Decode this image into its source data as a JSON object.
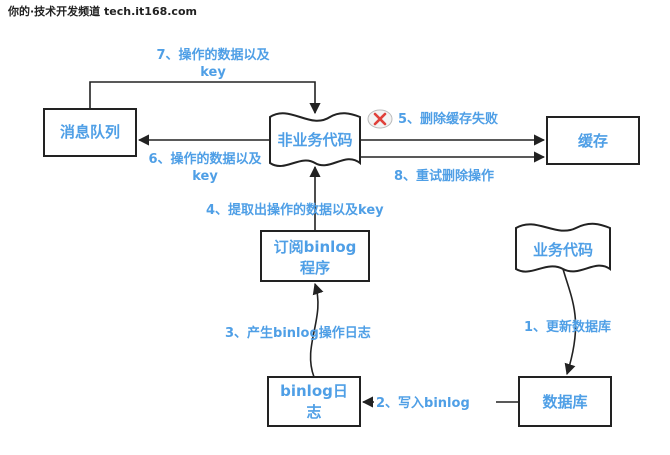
{
  "watermark": "你的·技术开发频道 tech.it168.com",
  "colors": {
    "text": "#4f9fe6",
    "stroke": "#222222",
    "error": "#e0403a"
  },
  "nodes": {
    "mq": {
      "label": "消息队列"
    },
    "non_business": {
      "label": "非业务代码"
    },
    "cache": {
      "label": "缓存"
    },
    "subscriber": {
      "label_line1": "订阅binlog",
      "label_line2": "程序"
    },
    "business": {
      "label": "业务代码"
    },
    "database": {
      "label": "数据库"
    },
    "binlog": {
      "label_line1": "binlog日",
      "label_line2": "志"
    }
  },
  "edges": {
    "step1": {
      "label": "1、更新数据库"
    },
    "step2": {
      "label": "2、写入binlog"
    },
    "step3": {
      "label": "3、产生binlog操作日志"
    },
    "step4": {
      "label": "4、提取出操作的数据以及key"
    },
    "step5": {
      "label": "5、删除缓存失败",
      "icon": "error-x-icon"
    },
    "step6": {
      "label_line1": "6、操作的数据以及",
      "label_line2": "key"
    },
    "step7": {
      "label_line1": "7、操作的数据以及",
      "label_line2": "key"
    },
    "step8": {
      "label": "8、重试删除操作"
    }
  }
}
